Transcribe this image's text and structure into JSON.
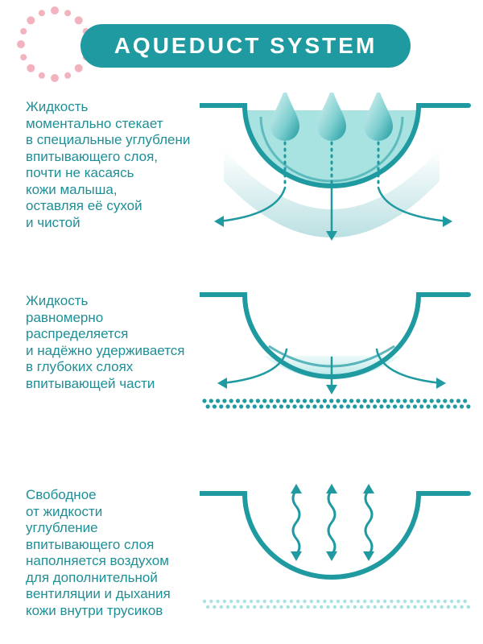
{
  "title": "AQUEDUCT SYSTEM",
  "colors": {
    "teal": "#1f9aa1",
    "teal_dark": "#1a7f86",
    "aqua_light": "#a8e3e2",
    "dot_pink": "#f2b3bf"
  },
  "sections": [
    {
      "text": "Жидкость\nмоментально стекает\nв специальные углублени\nвпитывающего слоя,\nпочти не касаясь\nкожи малыша,\nоставляя её сухой\nи чистой"
    },
    {
      "text": "Жидкость\nравномерно\nраспределяется\nи надёжно удерживается\nв глубоких слоях\nвпитывающей части"
    },
    {
      "text": "Свободное\nот жидкости\nуглубление\nвпитывающего слоя\nнаполняется воздухом\nдля дополнительной\nвентиляции и дыхания\nкожи внутри трусиков"
    }
  ],
  "icons": [
    "decorative-dots-icon",
    "droplet-icon",
    "arrow-icon",
    "wavy-arrow-icon"
  ]
}
